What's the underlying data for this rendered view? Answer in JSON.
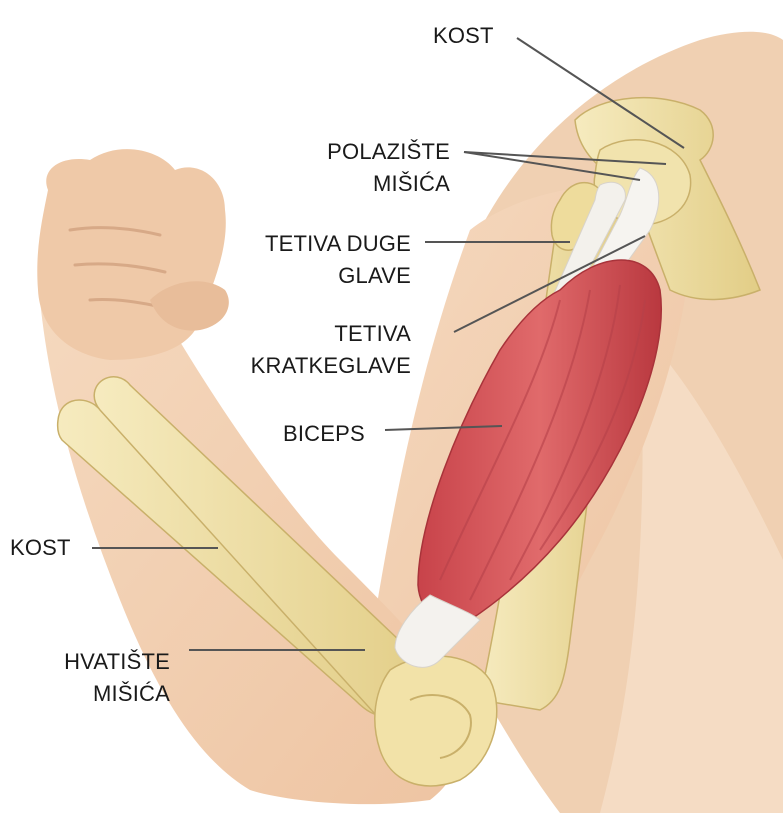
{
  "labels": {
    "bone_top": "KOST",
    "origin_line1": "POLAZIŠTE",
    "origin_line2": "MIŠIĆA",
    "long_head_line1": "TETIVA DUGE",
    "long_head_line2": "GLAVE",
    "short_head_line1": "TETIVA",
    "short_head_line2": "KRATKEGLAVE",
    "biceps": "BICEPS",
    "bone_forearm": "KOST",
    "insertion_line1": "HVATIŠTE",
    "insertion_line2": "MIŠIĆA"
  },
  "colors": {
    "skin": "#f2cfb0",
    "skin_shadow": "#e2b491",
    "bone": "#f0e0a6",
    "bone_shadow": "#cdb66f",
    "muscle": "#d9575a",
    "muscle_dark": "#b83a40",
    "tendon": "#f3f1ee",
    "leader_line": "#555555"
  }
}
